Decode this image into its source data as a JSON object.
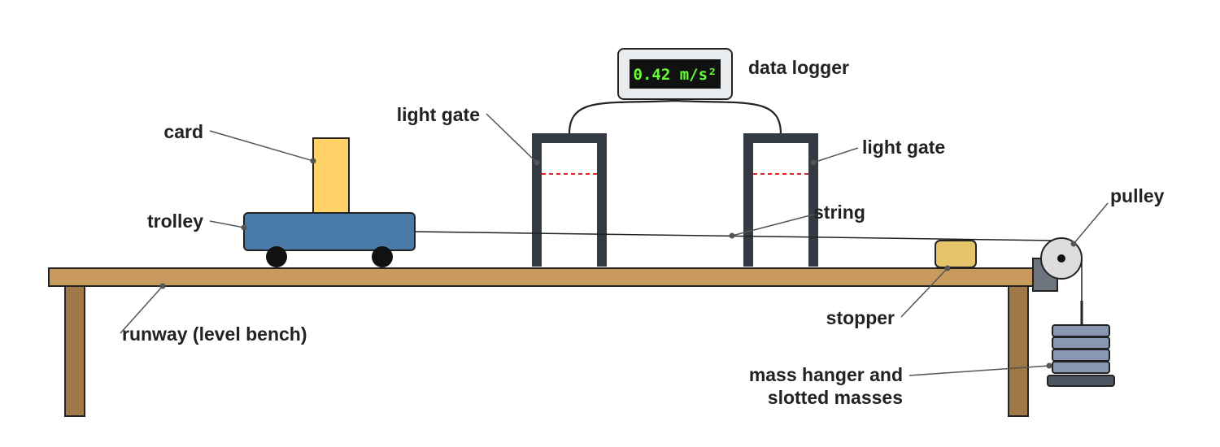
{
  "logger": {
    "readout": "0.42 m/s²",
    "label": "data logger"
  },
  "labels": {
    "card": "card",
    "trolley": "trolley",
    "light_gate_left": "light gate",
    "light_gate_right": "light gate",
    "string": "string",
    "pulley": "pulley",
    "stopper": "stopper",
    "runway": "runway (level bench)",
    "masses_line1": "mass hanger and",
    "masses_line2": "slotted masses"
  },
  "colors": {
    "bench": "#c89a5e",
    "bench_legs": "#a07848",
    "trolley": "#4a7aa8",
    "card": "#ffd166",
    "gate": "#333a44",
    "beam": "#dd2222",
    "stopper": "#e6c46a",
    "masses": "#8898b0",
    "readout_bg": "#111111",
    "readout_text": "#66ff33"
  }
}
